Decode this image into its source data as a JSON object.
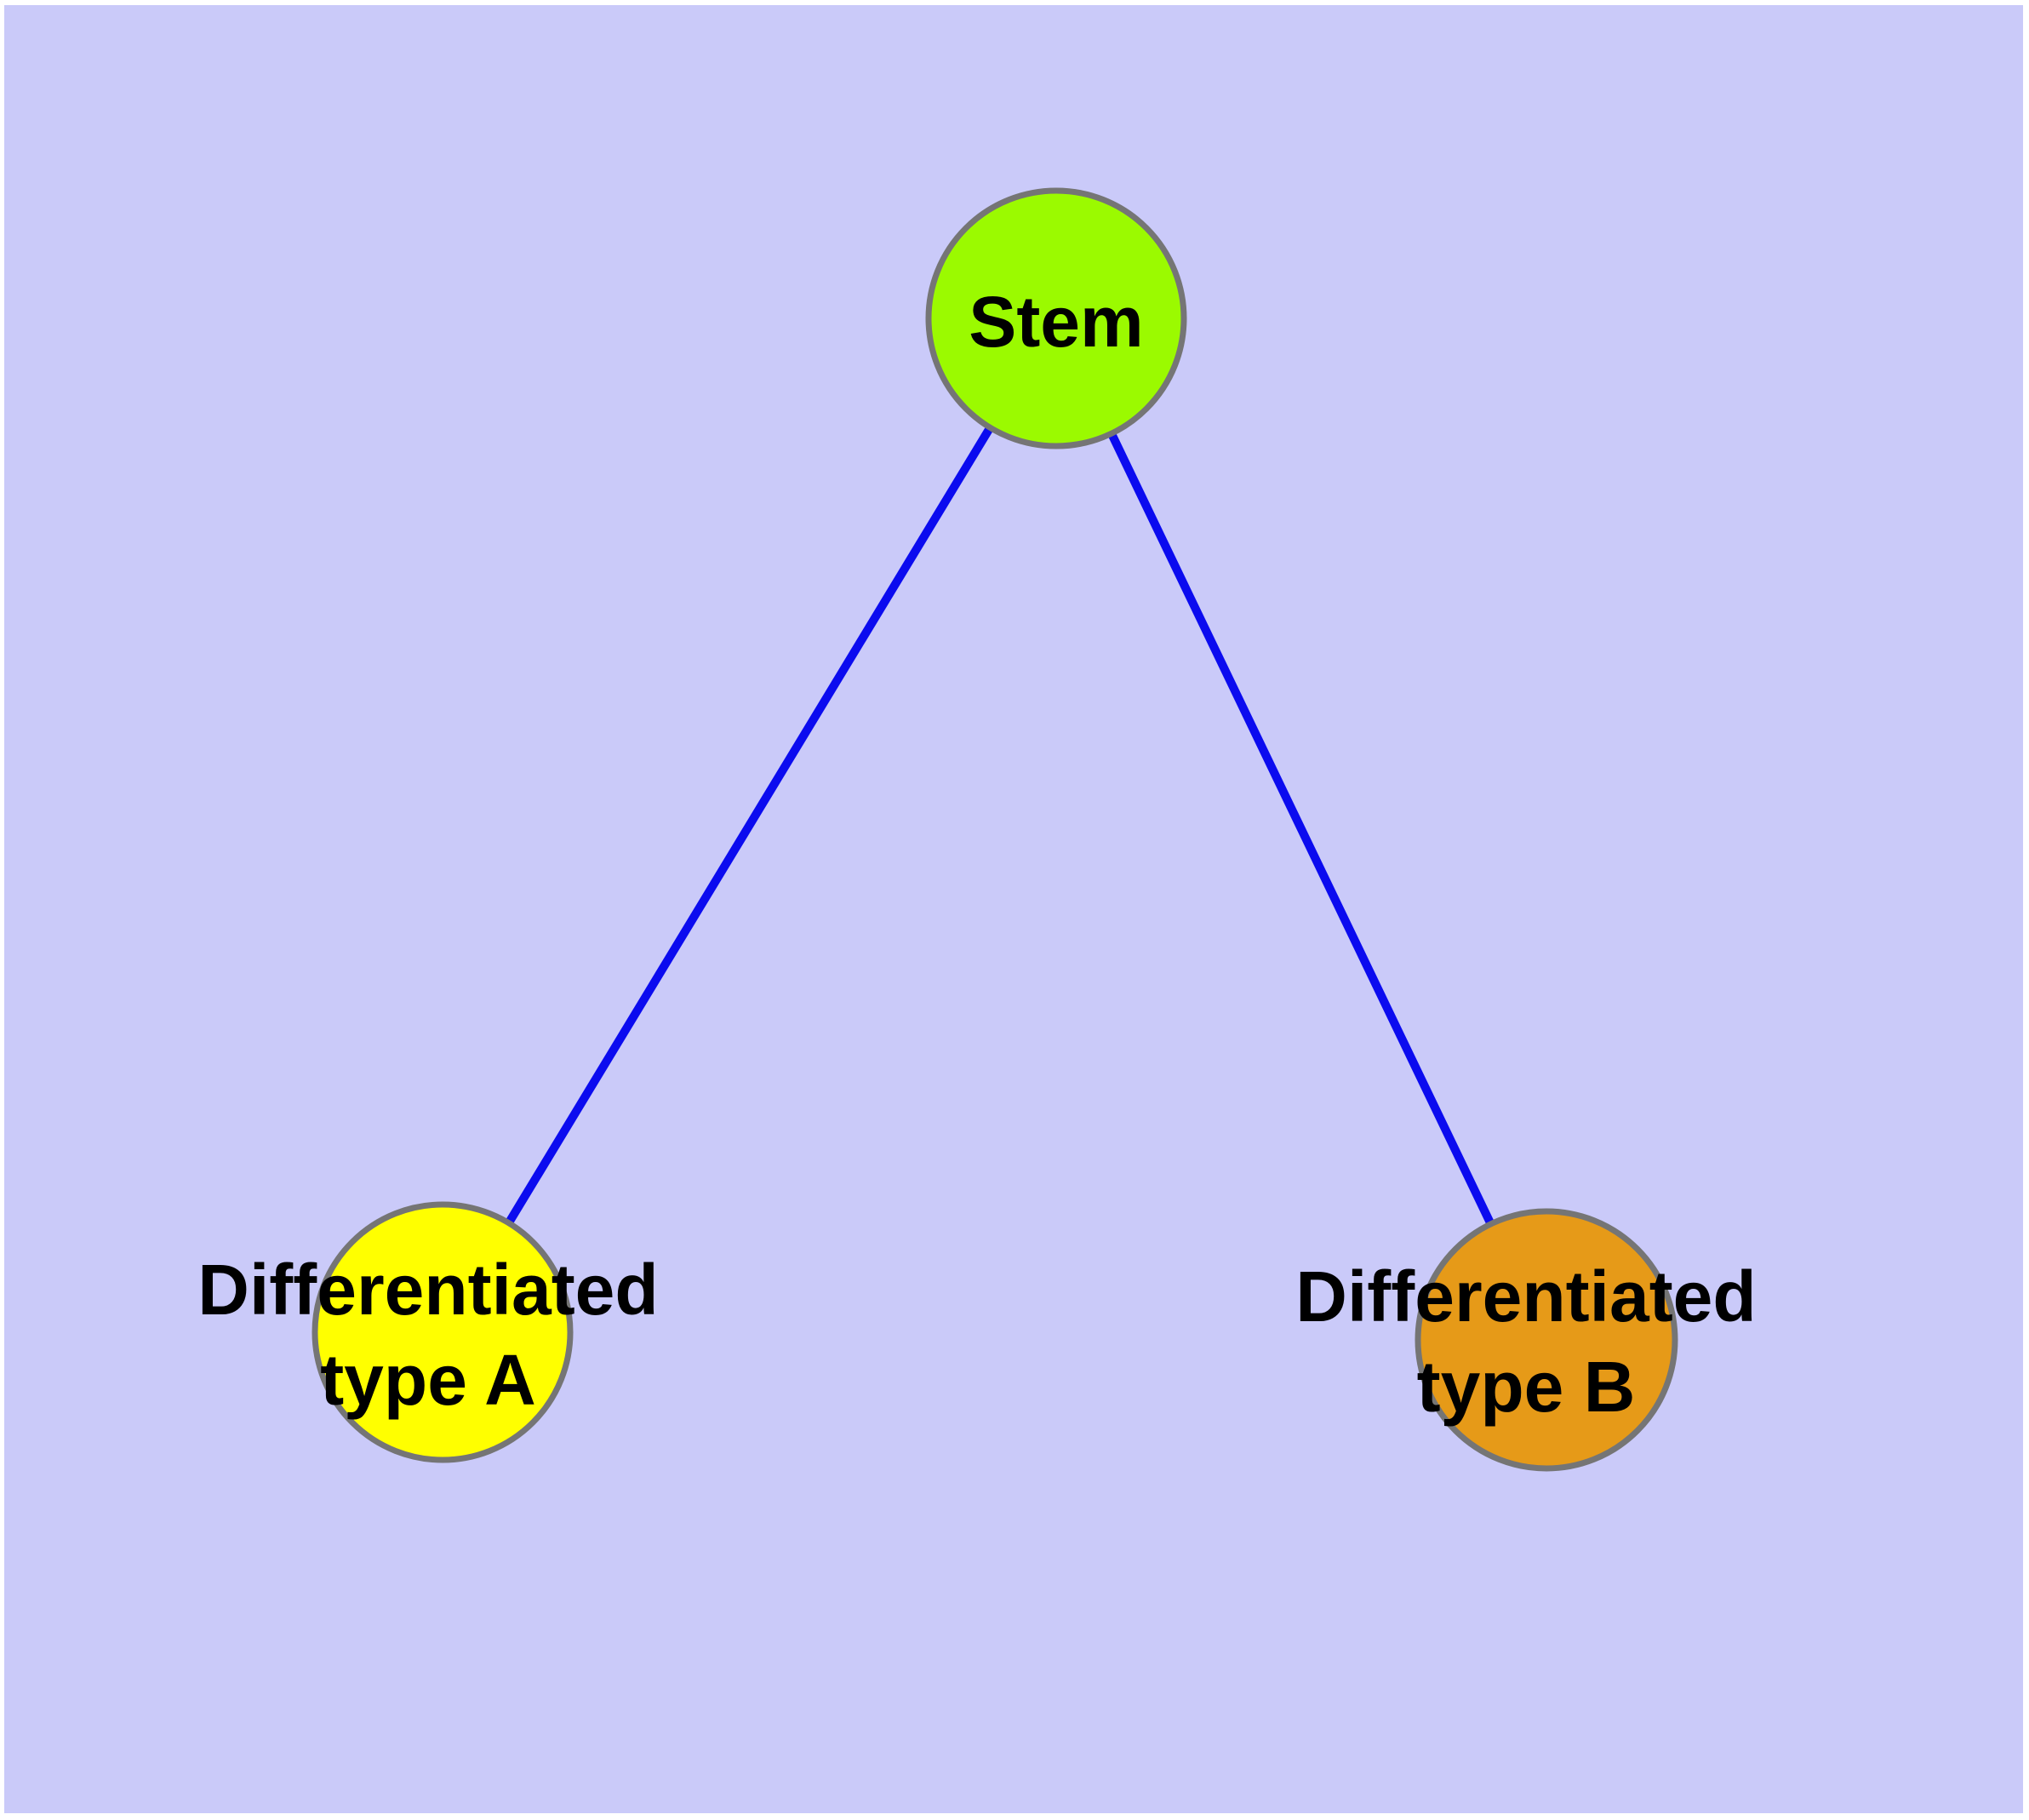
{
  "diagram": {
    "type": "graph",
    "style": {
      "background_color": "#CACAF9",
      "frame_color": "#FFFFFF",
      "edge_color": "#0B0BEF",
      "node_border_color": "#757575",
      "label_color": "#000000"
    },
    "nodes": [
      {
        "id": "stem",
        "label": "Stem",
        "fill": "#9BFA00",
        "lines": [
          "Stem"
        ]
      },
      {
        "id": "typeA",
        "label": "Differentiated type A",
        "fill": "#FFFF00",
        "lines": [
          "Differentiated",
          "type A"
        ]
      },
      {
        "id": "typeB",
        "label": "Differentiated type B",
        "fill": "#E69A18",
        "lines": [
          "Differentiated",
          "type B"
        ]
      }
    ],
    "edges": [
      {
        "from": "stem",
        "to": "typeA"
      },
      {
        "from": "stem",
        "to": "typeB"
      }
    ]
  }
}
